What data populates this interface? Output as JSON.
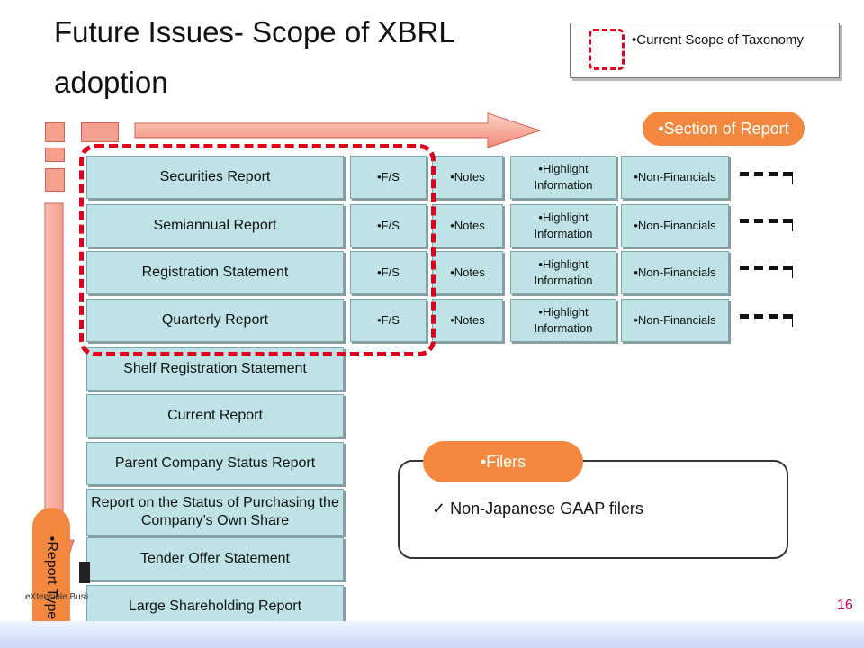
{
  "title": "Future Issues- Scope of XBRL adoption",
  "legend": {
    "text": "•Current Scope of Taxonomy"
  },
  "section_label": "•Section of Report",
  "report_type_label": "•Report Type",
  "report_types": [
    "Securities Report",
    "Semiannual Report",
    "Registration Statement",
    "Quarterly Report",
    "Shelf Registration Statement",
    "Current Report",
    "Parent Company Status Report",
    "Report on the Status of Purchasing the Company’s Own Share",
    "Tender Offer Statement",
    "Large Shareholding Report"
  ],
  "sections": [
    "•F/S",
    "•Notes",
    "•Highlight Information",
    "•Non-Financials"
  ],
  "filers": {
    "label": "•Filers",
    "item": "Non-Japanese GAAP filers",
    "check": "✓"
  },
  "page_number": "16",
  "logo_text": "eXtensible Business",
  "colors": {
    "orange": "#f5883f",
    "red_dash": "#e0001b",
    "teal": "#bfe2e6",
    "page_num": "#d6005a"
  }
}
